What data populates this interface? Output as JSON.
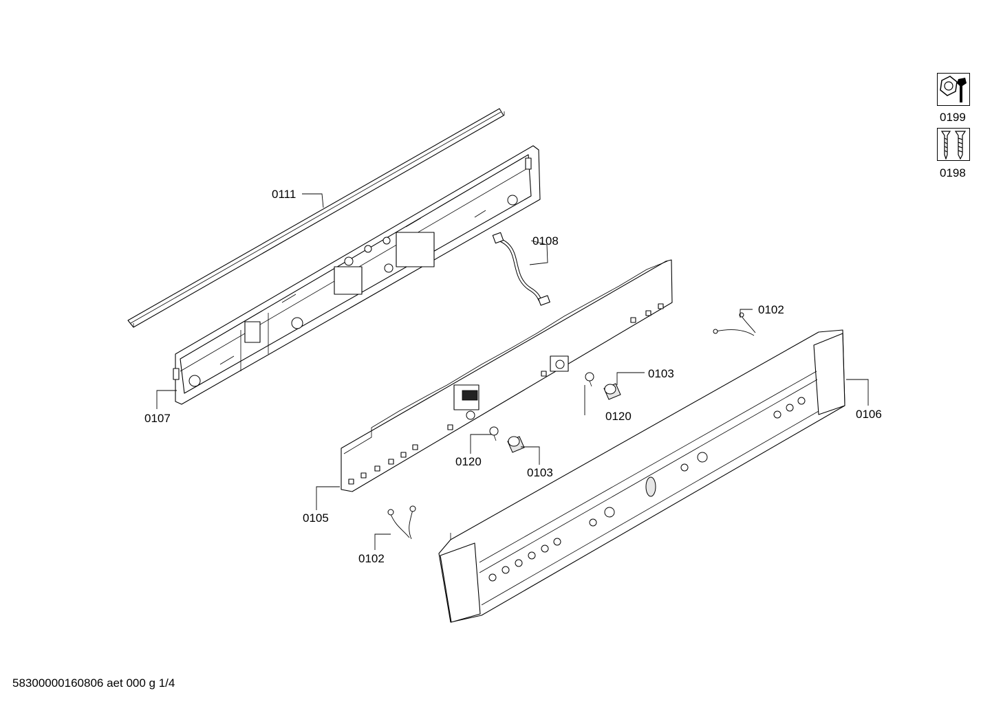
{
  "drawing": {
    "footer_code": "58300000160806 aet 000 g 1/4",
    "legend": [
      {
        "id": "0199",
        "icon": "wrench-nut-icon"
      },
      {
        "id": "0198",
        "icon": "screws-icon"
      }
    ],
    "callouts": {
      "c0111": "0111",
      "c0108": "0108",
      "c0107": "0107",
      "c0102a": "0102",
      "c0102b": "0102",
      "c0103a": "0103",
      "c0103b": "0103",
      "c0120a": "0120",
      "c0120b": "0120",
      "c0106": "0106",
      "c0105": "0105"
    }
  }
}
